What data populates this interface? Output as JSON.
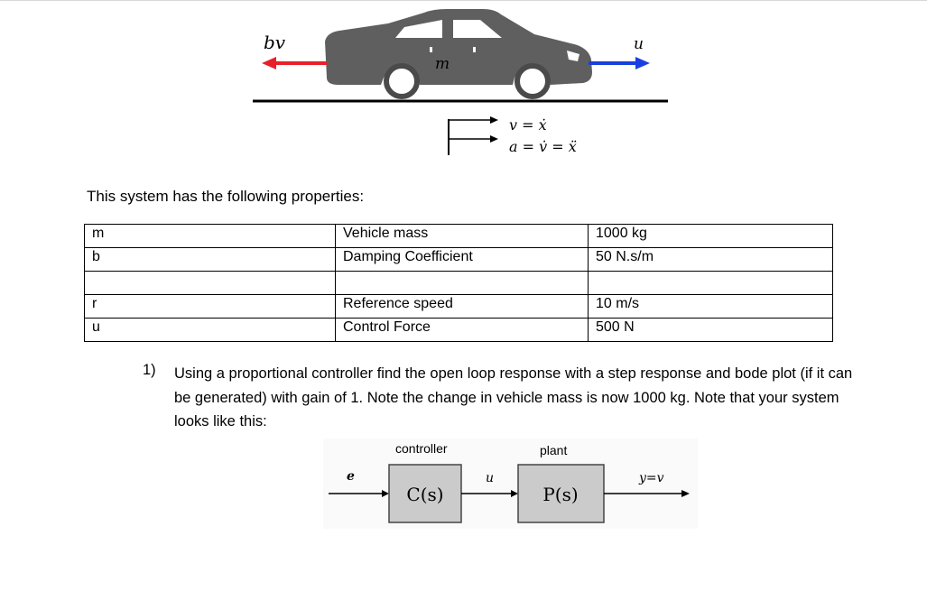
{
  "car_figure": {
    "force_left_label": "bv",
    "mass_label": "m",
    "force_right_label": "u",
    "velocity_eq": "v = ẋ",
    "accel_eq": "a = v̇ = ẍ",
    "colors": {
      "left_arrow": "#e8202a",
      "right_arrow": "#1a3fe0",
      "car_body": "#5f5f5f"
    }
  },
  "intro_text": "This system has the following properties:",
  "properties": [
    {
      "symbol": "m",
      "description": "Vehicle mass",
      "value": "1000 kg"
    },
    {
      "symbol": "b",
      "description": "Damping Coefficient",
      "value": "50 N.s/m"
    },
    {
      "symbol": "r",
      "description": "Reference speed",
      "value": "10 m/s"
    },
    {
      "symbol": "u",
      "description": "Control Force",
      "value": "500 N"
    }
  ],
  "question": {
    "number": "1)",
    "text": "Using a proportional controller find the open loop response with a step response and bode plot (if it can be generated) with gain of 1. Note the change in vehicle mass is now 1000 kg. Note that your system looks like this:"
  },
  "block_diagram": {
    "controller_label": "controller",
    "plant_label": "plant",
    "input_label": "e",
    "controller_block": "C(s)",
    "signal_label": "u",
    "plant_block": "P(s)",
    "output_label": "y=v"
  }
}
